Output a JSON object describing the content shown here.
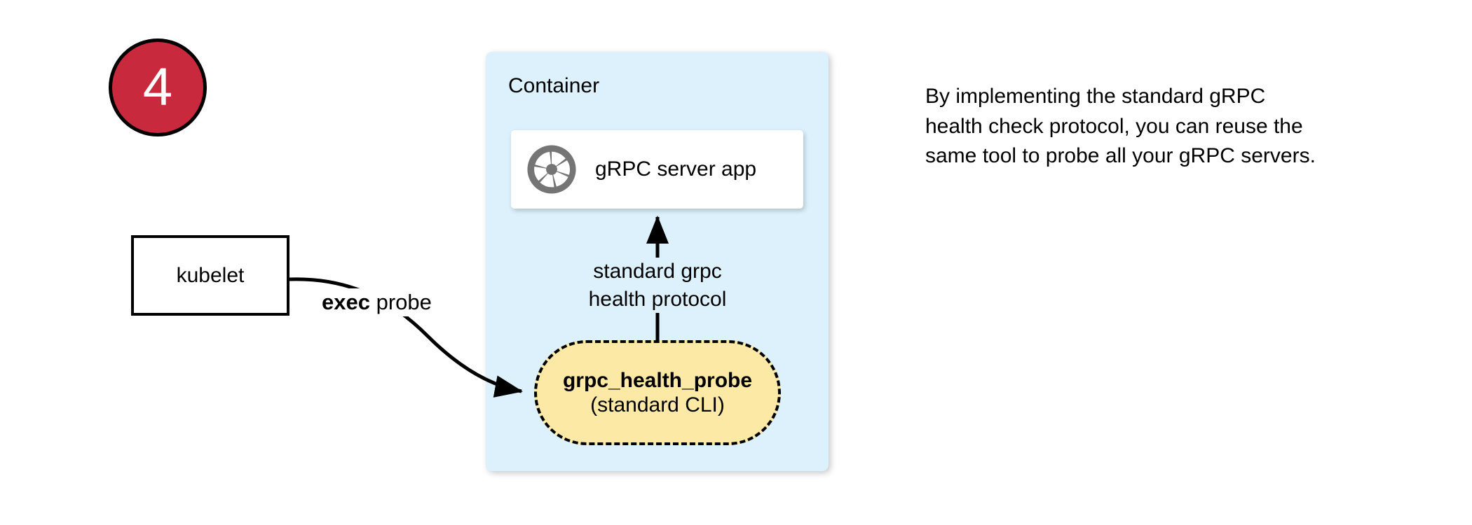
{
  "step": {
    "number": "4",
    "fill_color": "#C9293D",
    "text_color": "#ffffff",
    "border_color": "#000000"
  },
  "kubelet": {
    "label": "kubelet"
  },
  "exec_probe": {
    "bold_text": "exec",
    "rest_text": " probe"
  },
  "container": {
    "title": "Container",
    "background_color": "#DCF1FC"
  },
  "grpc_app": {
    "label": "gRPC server app",
    "icon": "grpc-aperture-icon",
    "icon_color": "#757575",
    "background_color": "#ffffff"
  },
  "protocol_arrow": {
    "line1": "standard grpc",
    "line2": "health protocol"
  },
  "probe_pill": {
    "title": "grpc_health_probe",
    "subtitle": "(standard CLI)",
    "fill_color": "#FCE9A6",
    "border_style": "dashed",
    "border_color": "#000000"
  },
  "side_note": {
    "text": "By implementing the standard gRPC health check protocol, you can reuse the same tool to probe all your gRPC servers."
  }
}
